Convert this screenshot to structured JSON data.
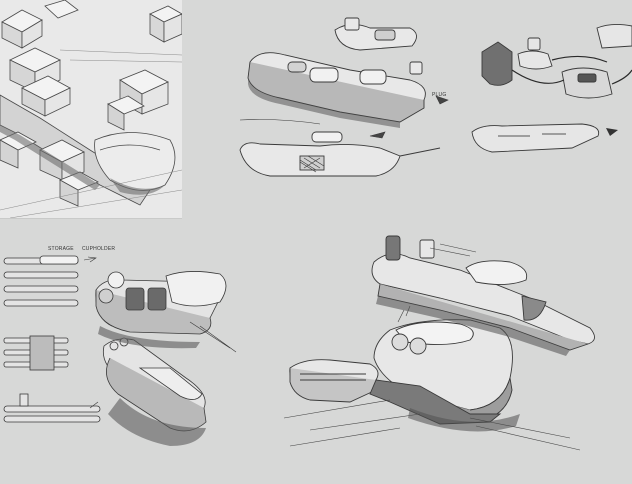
{
  "sheet": {
    "notes": {
      "plug": "PLUG",
      "storage": "STORAGE",
      "cupholder": "CUPHOLDER"
    }
  },
  "colors": {
    "paper": "#d7d8d7",
    "panel_light": "#e9e9e9",
    "ink": "#3a3a3a",
    "shadow": "#5e5e5e",
    "highlight": "#f2f2f2"
  }
}
